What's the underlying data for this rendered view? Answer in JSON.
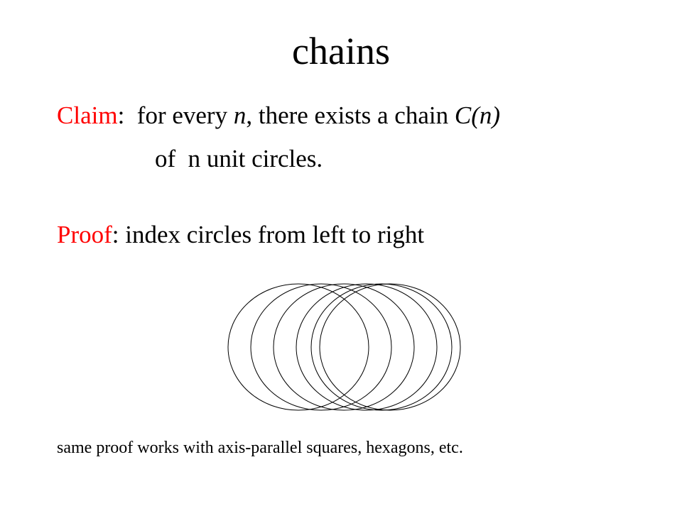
{
  "slide": {
    "title": "chains",
    "claim": {
      "label": "Claim",
      "colon": ":",
      "text_before_n": "  for every ",
      "n": "n",
      "text_after_n": ", there exists a chain ",
      "chain_symbol": "C(n)",
      "line2": "of  n unit circles."
    },
    "proof": {
      "label": "Proof",
      "text": ": index circles from left to right"
    },
    "footnote": "same proof works with axis-parallel squares, hexagons, etc."
  },
  "colors": {
    "accent": "#ff0000",
    "text": "#000000",
    "background": "#ffffff"
  },
  "figure": {
    "circle_count": 6
  }
}
